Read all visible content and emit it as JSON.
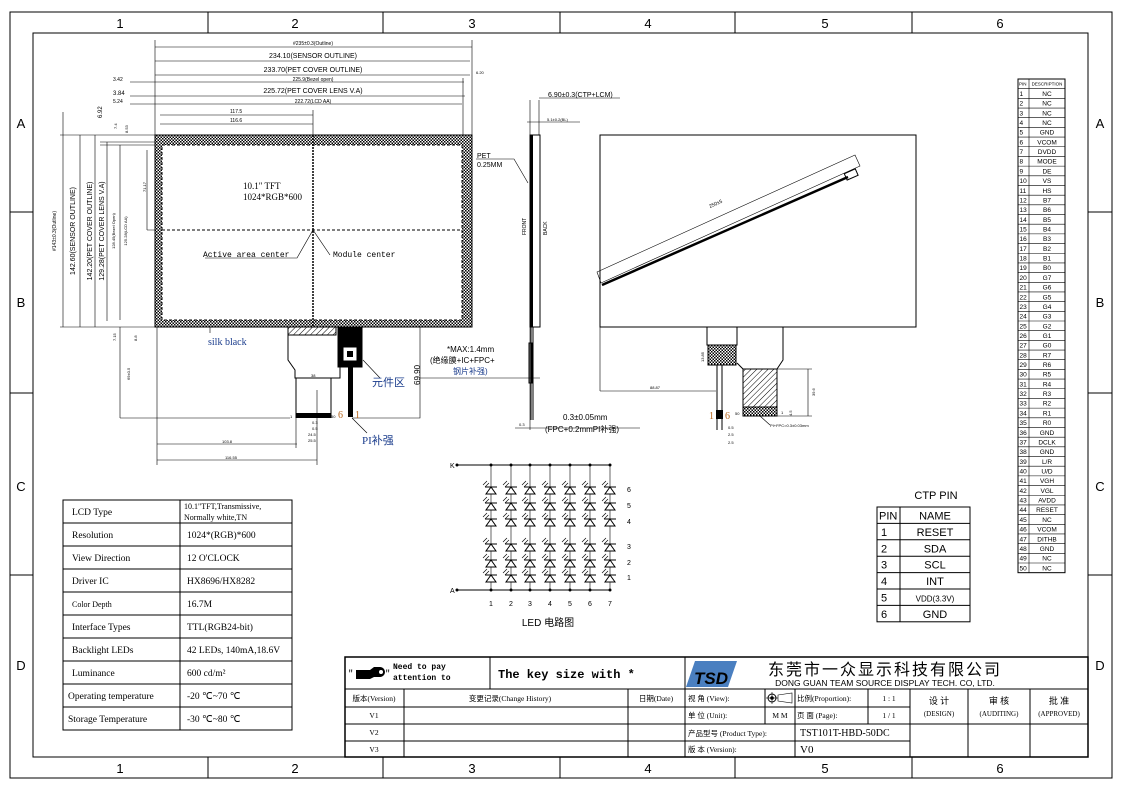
{
  "frame": {
    "columns": [
      "1",
      "2",
      "3",
      "4",
      "5",
      "6"
    ],
    "rows": [
      "A",
      "B",
      "C",
      "D"
    ]
  },
  "front_view": {
    "panel_text_line1": "10.1\" TFT",
    "panel_text_line2": "1024*RGB*600",
    "active_area_center": "Active area center",
    "module_center": "Module center",
    "silk_black": "silk black",
    "component_area": "元件区",
    "pi_stiffener": "PI补强",
    "fpc_pin_1": "1",
    "fpc_pin_6": "6",
    "fpc_pin_50": "50",
    "fpc_pin_first": "1",
    "dims": {
      "outline": "#235±0.3(Outline)",
      "sensor_outline": "234.10(SENSOR OUTLINE)",
      "pet_cover_outline": "233.70(PET COVER OUTLINE)",
      "bezel_open": "225.9(Bezel open)",
      "pet_cover_lens_va": "225.72(PET COVER LENS V.A)",
      "lcd_aa": "222.72(LCD AA)",
      "d3_42": "3.42",
      "d3_84": "3.84",
      "d5_24": "5.24",
      "d117_5": "117.5",
      "d116_6": "116.6",
      "d6_20": "6.20",
      "v_outline": "#143±0.3(Outline)",
      "v_sensor_outline": "142.60(SENSOR OUTLINE)",
      "v_pet_cover_outline": "142.20(PET COVER OUTLINE)",
      "v_pet_cover_lens_va": "129.28(PET COVER LENS V.A)",
      "v_bezel_open": "128.45(Bezel Open)",
      "v_lcd_aa": "125.28(LCD AA)",
      "d6_92": "6.92",
      "d7_4": "7.4",
      "d8_53": "8.53",
      "d71_17": "71.17",
      "d7_15": "7.15",
      "d8_8": "8.8",
      "d69_05": "69±0.5",
      "d38": "38",
      "d69_90": "69.90",
      "d103_8": "103.8",
      "d116_55": "116.55",
      "d0_3a": "0.3",
      "d0_5a": "0.5",
      "d24_5": "24.5",
      "d25_5": "25.5"
    }
  },
  "side_view": {
    "thickness": "6.90±0.3(CTP+LCM)",
    "bl_thickness": "5.1±0.2(BL)",
    "pet_label": "PET",
    "pet_thickness": "0.25MM",
    "front": "FRONT",
    "back": "BACK",
    "max_note_1": "*MAX:1.4mm",
    "max_note_2": "(绝缘膜+IC+FPC+",
    "max_note_3": "钢片补强)",
    "fpc_thickness": "0.3±0.05mm",
    "fpc_note": "(FPC+0.2mmPI补强)",
    "d0_3": "0.3"
  },
  "back_view": {
    "cable_length": "250±5",
    "d88_87": "88.87",
    "d13_85": "13.85",
    "d39_6": "39.6",
    "d4_5": "4.5",
    "d0_5": "0.5",
    "d2_5": "2.5",
    "fpc_note": "PI+FPC=0.3±0.03mm",
    "pin_1": "1",
    "pin_6": "6",
    "pin_50": "50",
    "pin_1b": "1"
  },
  "pin_table": {
    "headers": [
      "PIN",
      "DESCRIPTION"
    ],
    "rows": [
      [
        "1",
        "NC"
      ],
      [
        "2",
        "NC"
      ],
      [
        "3",
        "NC"
      ],
      [
        "4",
        "NC"
      ],
      [
        "5",
        "GND"
      ],
      [
        "6",
        "VCOM"
      ],
      [
        "7",
        "DVDD"
      ],
      [
        "8",
        "MODE"
      ],
      [
        "9",
        "DE"
      ],
      [
        "10",
        "VS"
      ],
      [
        "11",
        "HS"
      ],
      [
        "12",
        "B7"
      ],
      [
        "13",
        "B6"
      ],
      [
        "14",
        "B5"
      ],
      [
        "15",
        "B4"
      ],
      [
        "16",
        "B3"
      ],
      [
        "17",
        "B2"
      ],
      [
        "18",
        "B1"
      ],
      [
        "19",
        "B0"
      ],
      [
        "20",
        "G7"
      ],
      [
        "21",
        "G6"
      ],
      [
        "22",
        "G5"
      ],
      [
        "23",
        "G4"
      ],
      [
        "24",
        "G3"
      ],
      [
        "25",
        "G2"
      ],
      [
        "26",
        "G1"
      ],
      [
        "27",
        "G0"
      ],
      [
        "28",
        "R7"
      ],
      [
        "29",
        "R6"
      ],
      [
        "30",
        "R5"
      ],
      [
        "31",
        "R4"
      ],
      [
        "32",
        "R3"
      ],
      [
        "33",
        "R2"
      ],
      [
        "34",
        "R1"
      ],
      [
        "35",
        "R0"
      ],
      [
        "36",
        "GND"
      ],
      [
        "37",
        "DCLK"
      ],
      [
        "38",
        "GND"
      ],
      [
        "39",
        "L/R"
      ],
      [
        "40",
        "U/D"
      ],
      [
        "41",
        "VGH"
      ],
      [
        "42",
        "VGL"
      ],
      [
        "43",
        "AVDD"
      ],
      [
        "44",
        "RESET"
      ],
      [
        "45",
        "NC"
      ],
      [
        "46",
        "VCOM"
      ],
      [
        "47",
        "DITHB"
      ],
      [
        "48",
        "GND"
      ],
      [
        "49",
        "NC"
      ],
      [
        "50",
        "NC"
      ]
    ]
  },
  "spec_table": {
    "rows": [
      [
        "LCD Type",
        "10.1\"TFT,Transmissive,",
        "Normally white,TN"
      ],
      [
        "Resolution",
        "1024*(RGB)*600"
      ],
      [
        "View Direction",
        "12 O'CLOCK"
      ],
      [
        "Driver IC",
        "HX8696/HX8282"
      ],
      [
        "Color Depth",
        "16.7M"
      ],
      [
        "Interface Types",
        "TTL(RGB24-bit)"
      ],
      [
        "Backlight LEDs",
        "42 LEDs, 140mA,18.6V"
      ],
      [
        "Luminance",
        "600 cd/m²"
      ],
      [
        "Operating temperature",
        "-20 ℃~70 ℃"
      ],
      [
        "Storage Temperature",
        "-30 ℃~80 ℃"
      ]
    ]
  },
  "ctp_pin": {
    "title": "CTP PIN",
    "headers": [
      "PIN",
      "NAME"
    ],
    "rows": [
      [
        "1",
        "RESET"
      ],
      [
        "2",
        "SDA"
      ],
      [
        "3",
        "SCL"
      ],
      [
        "4",
        "INT"
      ],
      [
        "5",
        "VDD(3.3V)"
      ],
      [
        "6",
        "GND"
      ]
    ]
  },
  "led_circuit": {
    "title": "LED  电路图",
    "cathode": "K",
    "anode": "A",
    "columns": [
      "1",
      "2",
      "3",
      "4",
      "5",
      "6",
      "7"
    ],
    "rows_top_down": [
      "6",
      "5",
      "4",
      "3",
      "2",
      "1"
    ]
  },
  "title_block": {
    "attention_1": "Need to pay",
    "attention_2": "attention to",
    "key_note": "The key size with *",
    "company_cn": "东莞市一众显示科技有限公司",
    "company_en": "DONG GUAN TEAM SOURCE DISPLAY TECH. CO, LTD.",
    "logo": "TSD",
    "version_header": "版本(Version)",
    "change_header": "变更记录(Change History)",
    "date_header": "日期(Date)",
    "versions": [
      "V1",
      "V2",
      "V3"
    ],
    "view_label": "视  角 (View):",
    "proportion_label": "比例(Proportion):",
    "proportion_value": "1 : 1",
    "unit_label": "单  位 (Unit):",
    "unit_value": "M M",
    "page_label": "页   面 (Page):",
    "page_value": "1 / 1",
    "product_type_label": "产品型号 (Product Type):",
    "product_type_value": "TST101T-HBD-50DC",
    "version_label": "版     本 (Version):",
    "version_value": "V0",
    "design_cn": "设 计",
    "design_en": "(DESIGN)",
    "auditing_cn": "审 核",
    "auditing_en": "(AUDITING)",
    "approved_cn": "批 准",
    "approved_en": "(APPROVED)"
  }
}
